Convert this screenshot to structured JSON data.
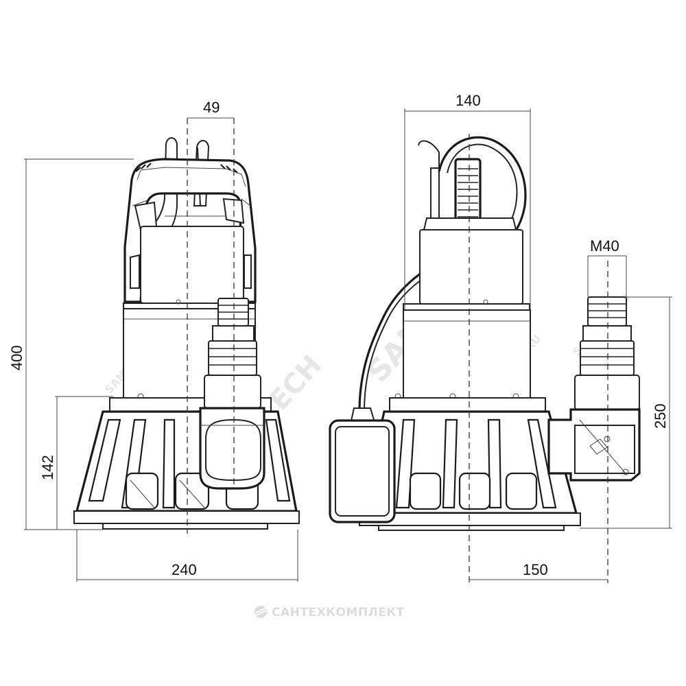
{
  "dimensions": {
    "front_outlet_offset": "49",
    "front_height": "400",
    "front_outlet_height": "142",
    "front_width": "240",
    "side_width": "140",
    "side_outlet_thread": "M40",
    "side_outlet_height": "250",
    "side_outlet_distance": "150"
  },
  "watermarks": {
    "diagonal_front": "SANTECH",
    "diagonal_side": "SANTECHKO",
    "diagonal_small": "SANTECH.RU",
    "bottom": "САНТЕХКОМПЛЕКТ"
  },
  "colors": {
    "line": "#1a1a1a",
    "watermark": "#e6e6e6"
  }
}
